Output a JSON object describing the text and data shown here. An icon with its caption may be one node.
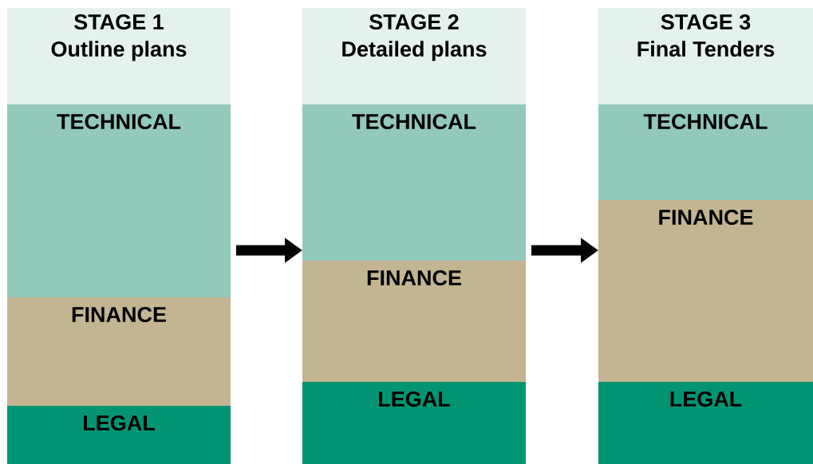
{
  "diagram": {
    "nodes": [
      {
        "text": [
          "STAGE 1",
          "Outline plans"
        ]
      },
      {
        "text": [
          "TECHNICAL"
        ]
      },
      {
        "text": [
          "FINANCE"
        ]
      },
      {
        "text": [
          "LEGAL"
        ]
      },
      {
        "text": [
          "STAGE 2",
          "Detailed plans"
        ]
      },
      {
        "text": [
          "TECHNICAL"
        ]
      },
      {
        "text": [
          "FINANCE"
        ]
      },
      {
        "text": [
          "LEGAL"
        ]
      },
      {
        "text": [
          "STAGE 3",
          "Final Tenders"
        ]
      },
      {
        "text": [
          "TECHNICAL"
        ]
      },
      {
        "text": [
          "FINANCE"
        ]
      },
      {
        "text": [
          "LEGAL"
        ]
      }
    ],
    "edges": [
      {
        "from": 1,
        "to": 5,
        "arrow": "to"
      },
      {
        "from": 5,
        "to": 10,
        "arrow": "to"
      }
    ]
  }
}
